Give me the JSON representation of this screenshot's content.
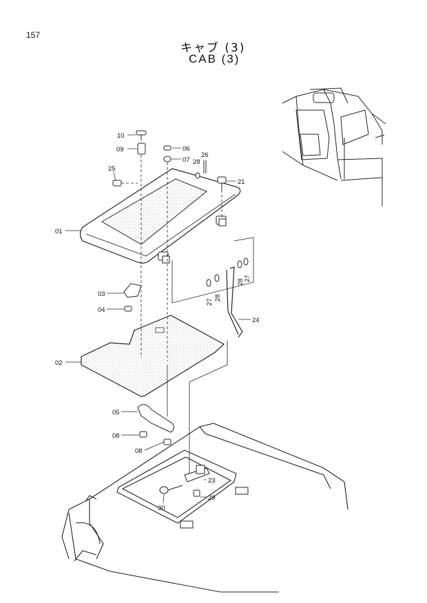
{
  "page_number": "157",
  "title_jp": "キャブ (3)",
  "title_en": "CAB (3)",
  "callouts": {
    "c01": "01",
    "c02": "02",
    "c03": "03",
    "c04": "04",
    "c05": "05",
    "c06": "06",
    "c07": "07",
    "c08a": "08",
    "c08b": "08",
    "c09": "09",
    "c10": "10",
    "c21": "21",
    "c23": "23",
    "c24": "24",
    "c25": "25",
    "c26": "26",
    "c27a": "27",
    "c27b": "27",
    "c28a": "28",
    "c28b": "28",
    "c28c": "28",
    "c29": "29",
    "c30": "30"
  }
}
